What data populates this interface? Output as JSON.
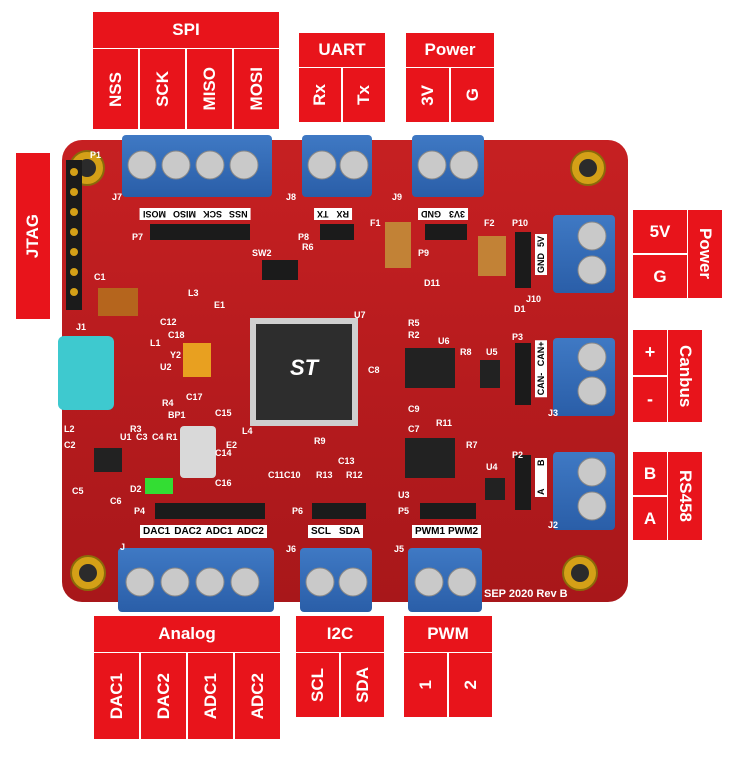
{
  "spi": {
    "title": "SPI",
    "pins": [
      "NSS",
      "SCK",
      "MISO",
      "MOSI"
    ]
  },
  "uart": {
    "title": "UART",
    "pins": [
      "Rx",
      "Tx"
    ]
  },
  "power_top": {
    "title": "Power",
    "pins": [
      "3V",
      "G"
    ]
  },
  "jtag": {
    "title": "JTAG"
  },
  "power_right": {
    "title": "Power",
    "pins": [
      "5V",
      "G"
    ]
  },
  "canbus": {
    "title": "Canbus",
    "pins": [
      "+",
      "-"
    ]
  },
  "rs458": {
    "title": "RS458",
    "pins": [
      "B",
      "A"
    ]
  },
  "analog": {
    "title": "Analog",
    "pins": [
      "DAC1",
      "DAC2",
      "ADC1",
      "ADC2"
    ]
  },
  "i2c": {
    "title": "I2C",
    "pins": [
      "SCL",
      "SDA"
    ]
  },
  "pwm": {
    "title": "PWM",
    "pins": [
      "1",
      "2"
    ]
  },
  "board": {
    "revision": "SEP 2020 Rev B",
    "silk": {
      "spi_header": [
        "NSS",
        "SCK",
        "MISO",
        "MOSI"
      ],
      "uart_header": [
        "RX",
        "TX"
      ],
      "power_header": [
        "3V3",
        "GND"
      ],
      "analog_header": [
        "DAC1",
        "DAC2",
        "ADC1",
        "ADC2"
      ],
      "i2c_header": [
        "SCL",
        "SDA"
      ],
      "pwm_header": [
        "PWM1",
        "PWM2"
      ],
      "p10": [
        "5V",
        "GND"
      ],
      "p3": [
        "CAN+",
        "CAN-"
      ],
      "p2": [
        "B",
        "A"
      ]
    },
    "designators": [
      "J7",
      "P7",
      "J8",
      "P8",
      "J9",
      "P9",
      "P1",
      "C1",
      "J1",
      "U2",
      "Y2",
      "L3",
      "E1",
      "C12",
      "C18",
      "C17",
      "R4",
      "BP1",
      "C15",
      "L4",
      "C14",
      "E2",
      "C16",
      "SW2",
      "R6",
      "F1",
      "F2",
      "P10",
      "D11",
      "D1",
      "J10",
      "U7",
      "R5",
      "R2",
      "U6",
      "R8",
      "U5",
      "P3",
      "C8",
      "C9",
      "C7",
      "R11",
      "R7",
      "U4",
      "P2",
      "J3",
      "U3",
      "J2",
      "R9",
      "R13",
      "R12",
      "C13",
      "C11",
      "C10",
      "P6",
      "P4",
      "P5",
      "J6",
      "J5",
      "J",
      "L2",
      "C2",
      "C5",
      "R3",
      "U1",
      "C3",
      "C4",
      "R1",
      "D2",
      "C6",
      "L1"
    ],
    "mcu_logo": "ST"
  }
}
